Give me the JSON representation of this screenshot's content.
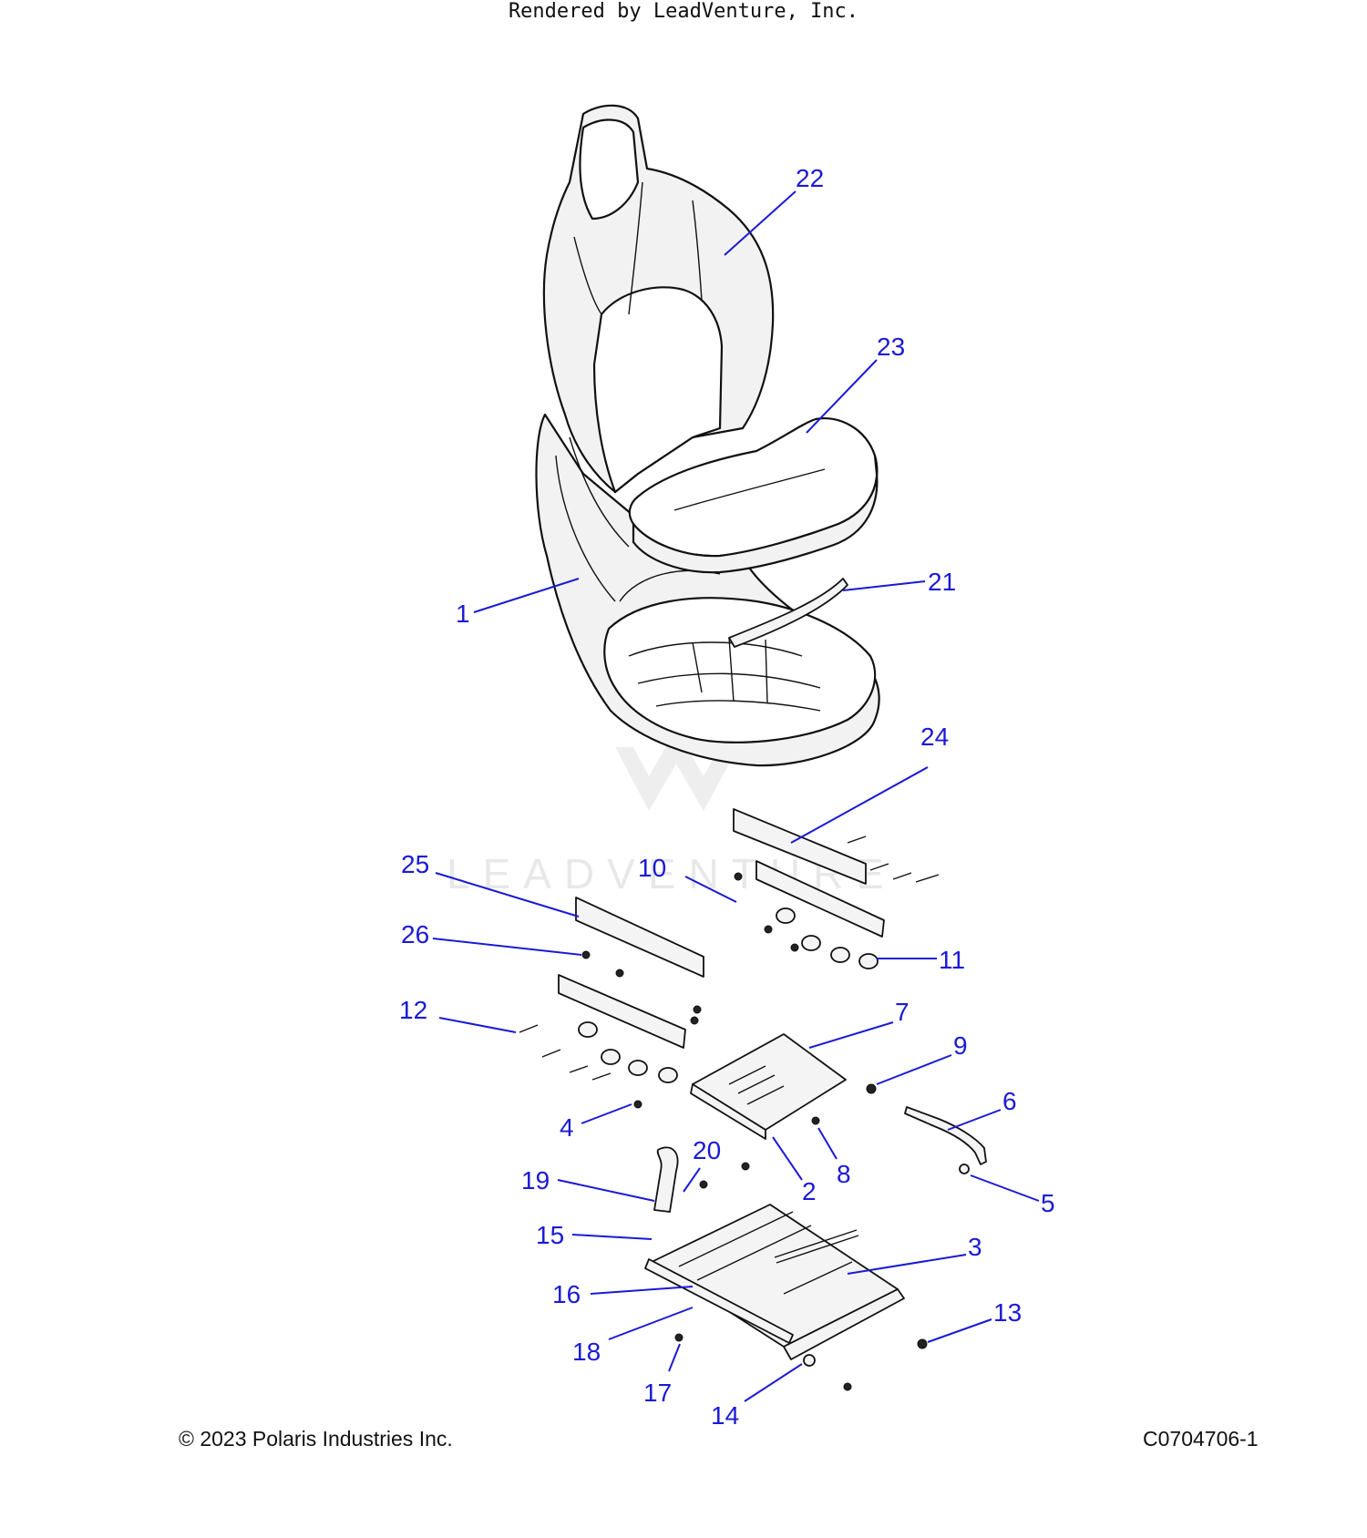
{
  "watermark": {
    "text": "LEADVENTURE"
  },
  "callouts": [
    {
      "id": "1",
      "label": "1"
    },
    {
      "id": "2",
      "label": "2"
    },
    {
      "id": "3",
      "label": "3"
    },
    {
      "id": "4",
      "label": "4"
    },
    {
      "id": "5",
      "label": "5"
    },
    {
      "id": "6",
      "label": "6"
    },
    {
      "id": "7",
      "label": "7"
    },
    {
      "id": "8",
      "label": "8"
    },
    {
      "id": "9",
      "label": "9"
    },
    {
      "id": "10",
      "label": "10"
    },
    {
      "id": "11",
      "label": "11"
    },
    {
      "id": "12",
      "label": "12"
    },
    {
      "id": "13",
      "label": "13"
    },
    {
      "id": "14",
      "label": "14"
    },
    {
      "id": "15",
      "label": "15"
    },
    {
      "id": "16",
      "label": "16"
    },
    {
      "id": "17",
      "label": "17"
    },
    {
      "id": "18",
      "label": "18"
    },
    {
      "id": "19",
      "label": "19"
    },
    {
      "id": "20",
      "label": "20"
    },
    {
      "id": "21",
      "label": "21"
    },
    {
      "id": "22",
      "label": "22"
    },
    {
      "id": "23",
      "label": "23"
    },
    {
      "id": "24",
      "label": "24"
    },
    {
      "id": "25",
      "label": "25"
    },
    {
      "id": "26",
      "label": "26"
    }
  ],
  "footer": {
    "copyright": "© 2023 Polaris Industries Inc.",
    "diagram_id": "C0704706-1",
    "rendered_by": "Rendered by LeadVenture, Inc."
  },
  "colors": {
    "callout": "#1a1ad6",
    "line_art": "#111111"
  }
}
